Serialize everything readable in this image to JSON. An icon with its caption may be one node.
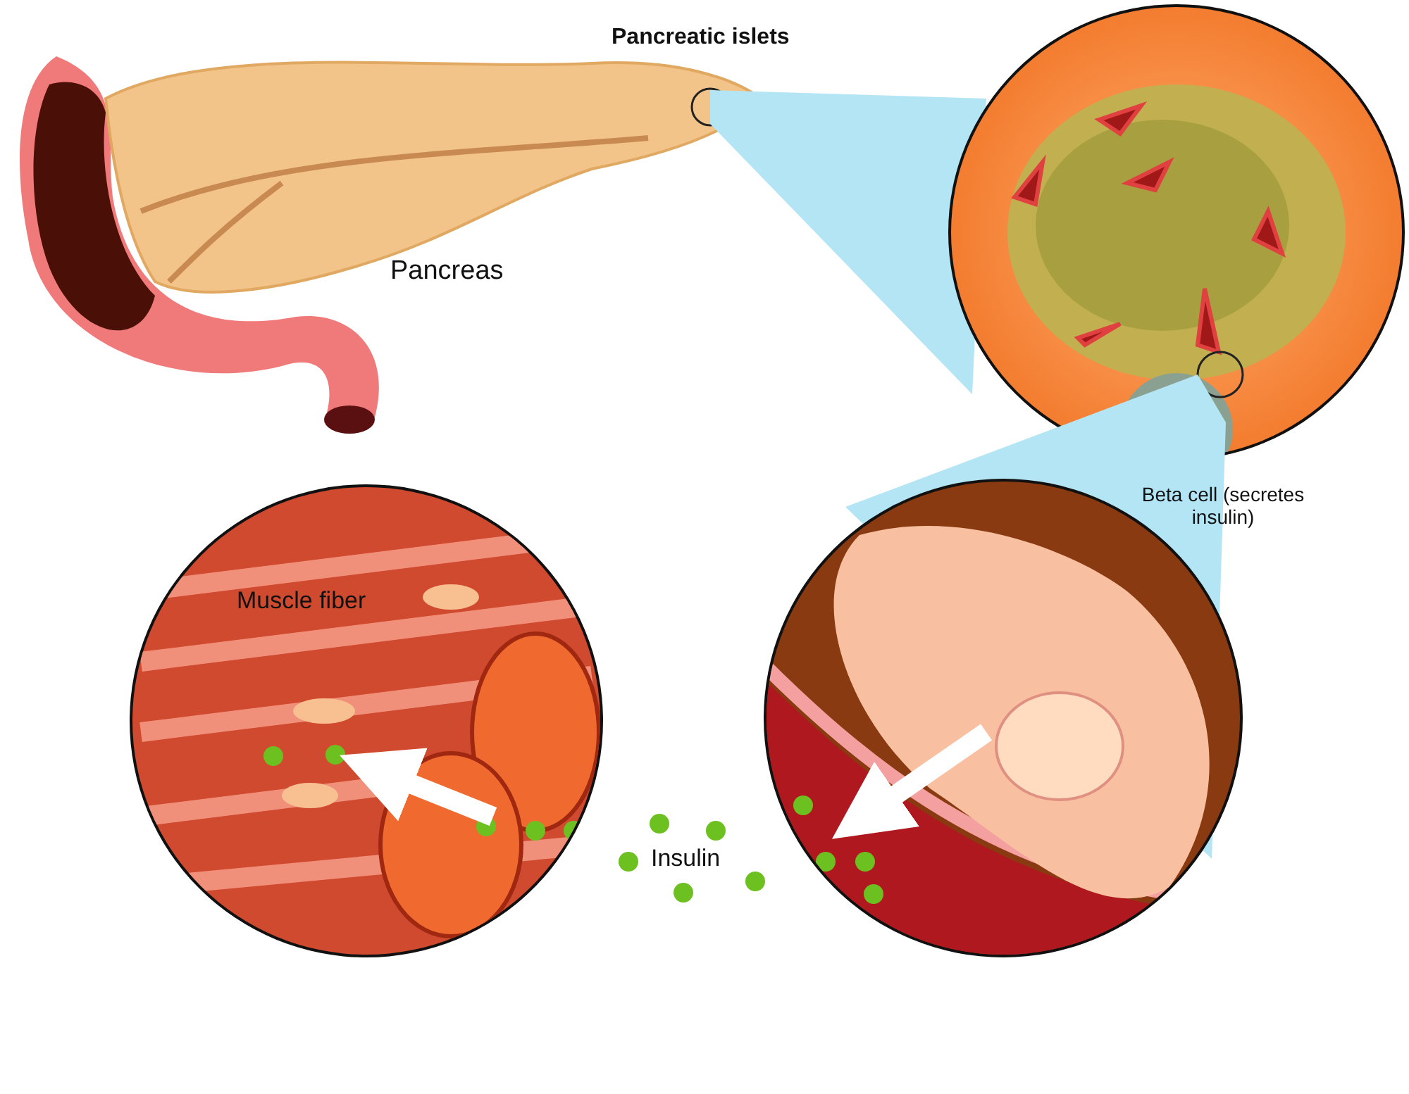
{
  "diagram": {
    "labels": [
      "Pancreatic islets",
      "Pancreas",
      "Beta cell (secretes insulin)",
      "Muscle fiber",
      "Insulin"
    ]
  }
}
